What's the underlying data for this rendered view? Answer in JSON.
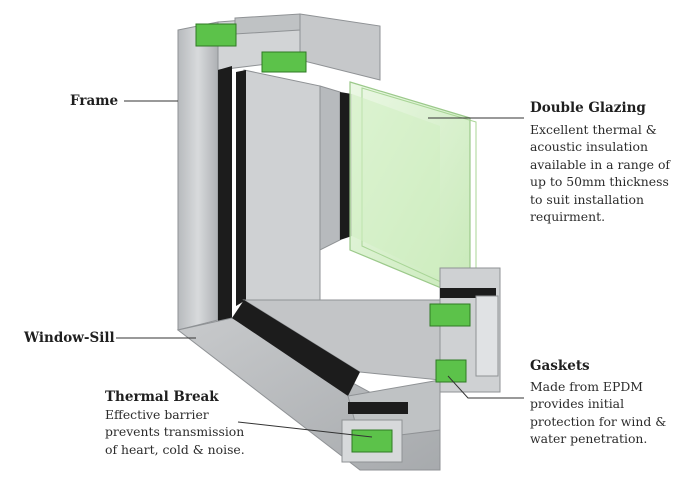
{
  "callouts": {
    "frame": {
      "title": "Frame"
    },
    "window_sill": {
      "title": "Window-Sill"
    },
    "thermal_break": {
      "title": "Thermal Break",
      "lines": [
        "Effective barrier",
        "prevents transmission",
        "of heart, cold & noise."
      ]
    },
    "double_glazing": {
      "title": "Double Glazing",
      "lines": [
        "Excellent thermal &",
        "acoustic insulation",
        "available in a range of",
        "up to 50mm thickness",
        "to suit installation",
        "requirment."
      ]
    },
    "gaskets": {
      "title": "Gaskets",
      "lines": [
        "Made from EPDM",
        "provides initial",
        "protection for wind &",
        "water penetration."
      ]
    }
  },
  "colors": {
    "aluminium": "#c9cbcd",
    "aluminium_dark": "#9a9da0",
    "gasket_black": "#1c1c1c",
    "thermal_green": "#5cc24a",
    "glass_green": "#d9f2cf",
    "leader_line": "#333333"
  }
}
